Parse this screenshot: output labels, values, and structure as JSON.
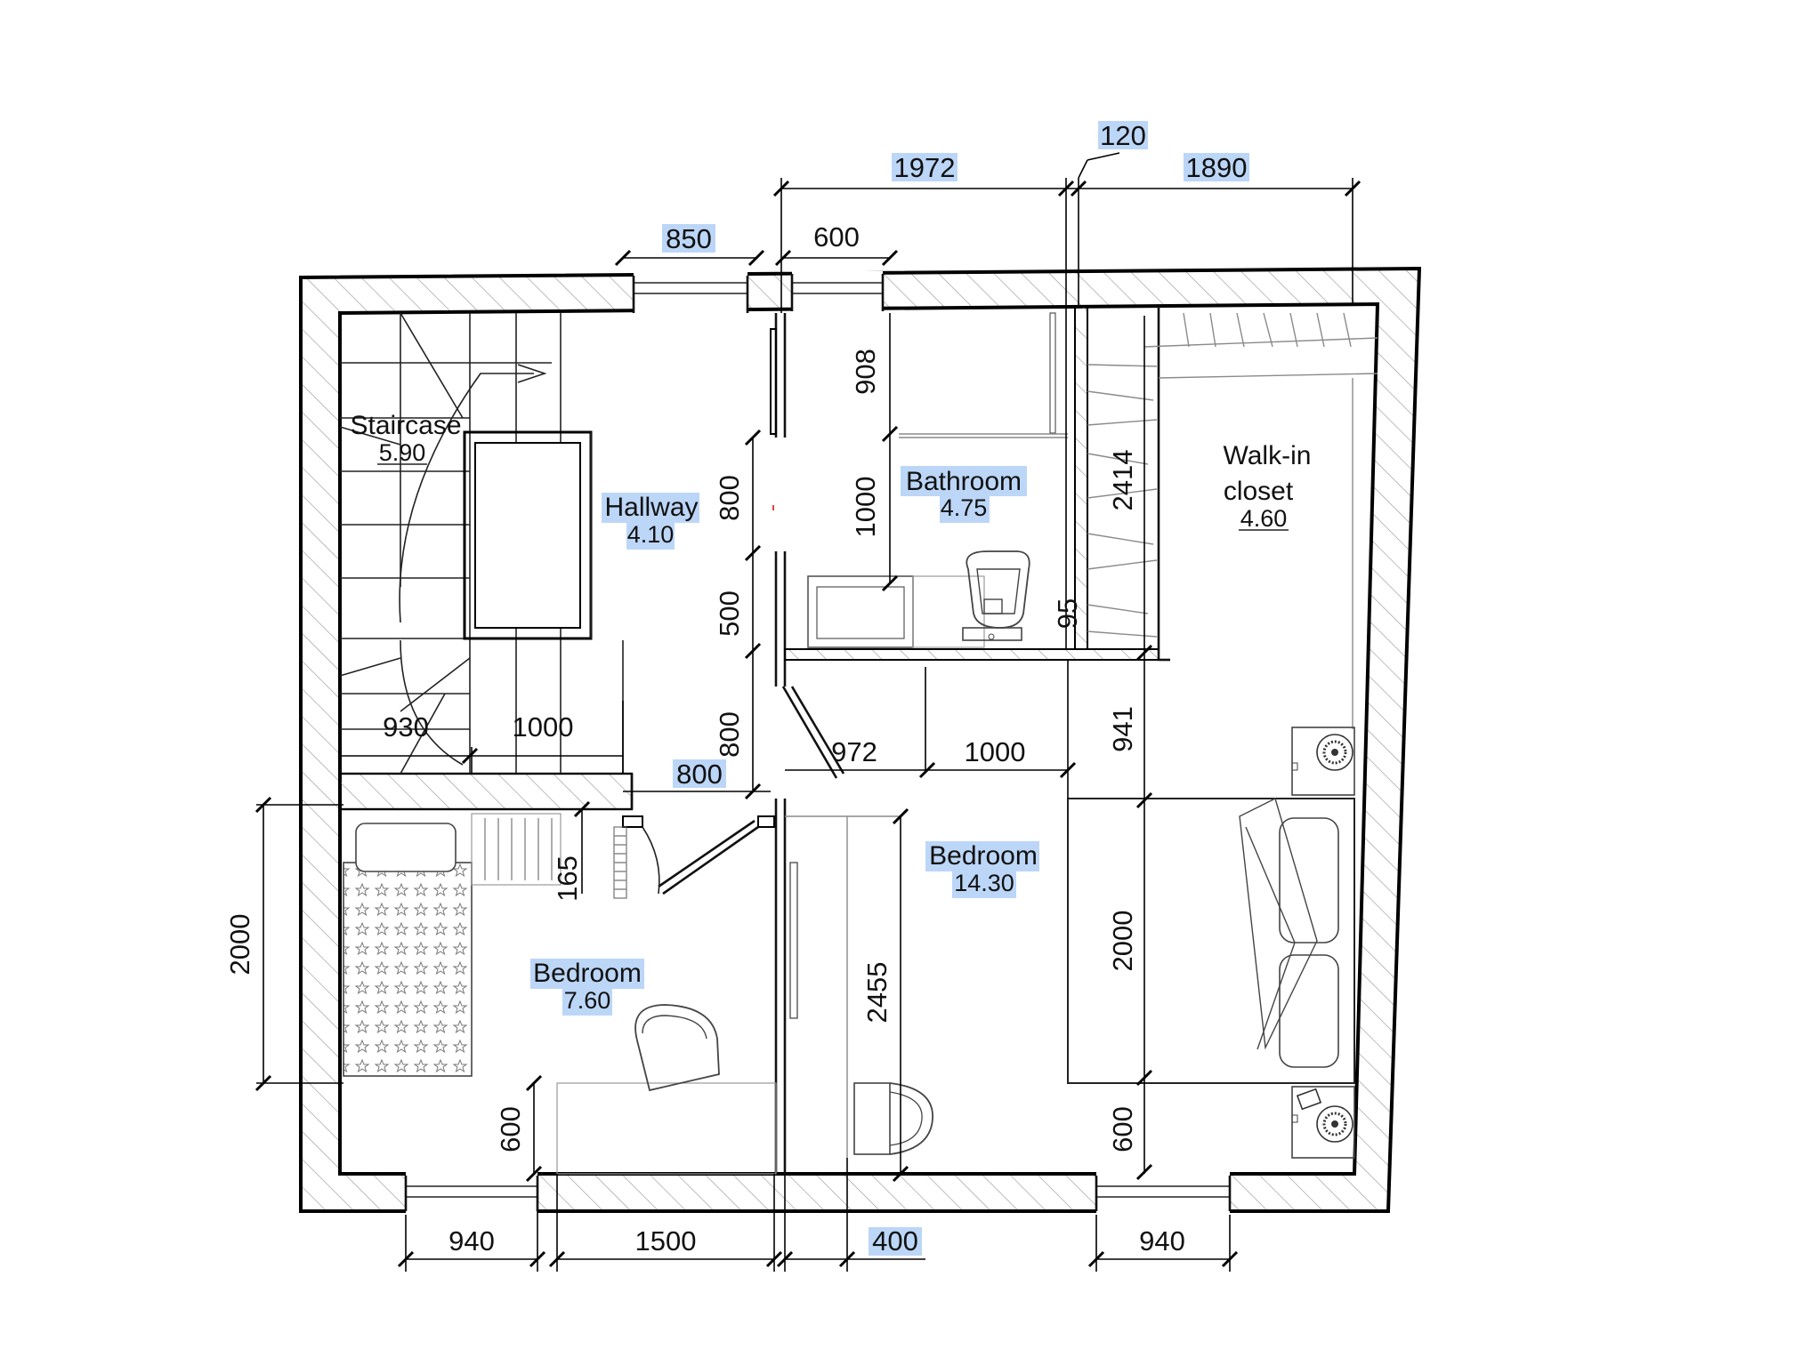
{
  "rooms": {
    "staircase": {
      "name": "Staircase",
      "area": "5.90"
    },
    "hallway": {
      "name": "Hallway",
      "area": "4.10"
    },
    "bathroom": {
      "name": "Bathroom",
      "area": "4.75"
    },
    "walkin": {
      "name_line1": "Walk-in",
      "name_line2": "closet",
      "area": "4.60"
    },
    "bedroom_small": {
      "name": "Bedroom",
      "area": "7.60"
    },
    "bedroom_large": {
      "name": "Bedroom",
      "area": "14.30"
    }
  },
  "dimensions": {
    "top_120": "120",
    "top_1972": "1972",
    "top_1890": "1890",
    "top_850": "850",
    "top_600": "600",
    "bath_908": "908",
    "bath_1000": "1000",
    "hall_800_upper": "800",
    "hall_500": "500",
    "hall_800_lower": "800",
    "closet_2414": "2414",
    "closet_95": "95",
    "stair_930": "930",
    "stair_1000": "1000",
    "hall_800_door": "800",
    "bed_972": "972",
    "bed_1000": "1000",
    "bed_941": "941",
    "small_165": "165",
    "left_2000": "2000",
    "bed_2455": "2455",
    "bed_2000": "2000",
    "small_600": "600",
    "bed_600": "600",
    "bottom_940_left": "940",
    "bottom_1500": "1500",
    "bottom_400": "400",
    "bottom_940_right": "940"
  },
  "colors": {
    "highlight": "#bcd6f7",
    "lines": "#000000",
    "hatch": "#9a9a9a"
  }
}
